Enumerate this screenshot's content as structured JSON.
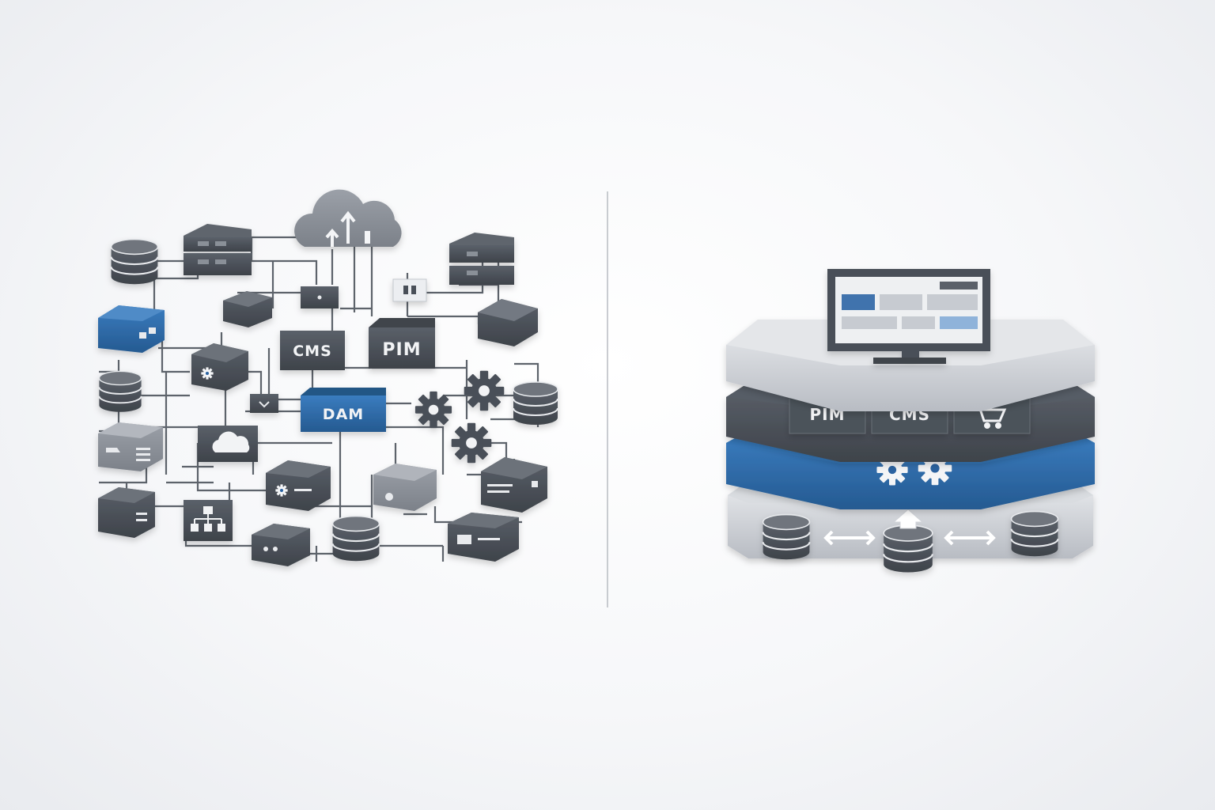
{
  "left": {
    "labels": {
      "cms": "CMS",
      "pim": "PIM",
      "dam": "DAM"
    }
  },
  "right": {
    "modules": {
      "pim": "PIM",
      "cms": "CMS"
    }
  },
  "colors": {
    "dark": "#4a5058",
    "darker": "#3b4047",
    "blue": "#2e6aa6",
    "light_gray": "#b9bdc4",
    "background": "#f4f5f7"
  },
  "icons": [
    "cloud-upload-icon",
    "database-icon",
    "server-icon",
    "gear-icon",
    "shopping-cart-icon",
    "monitor-icon",
    "double-arrow-icon",
    "sitemap-icon",
    "cloud-icon"
  ]
}
